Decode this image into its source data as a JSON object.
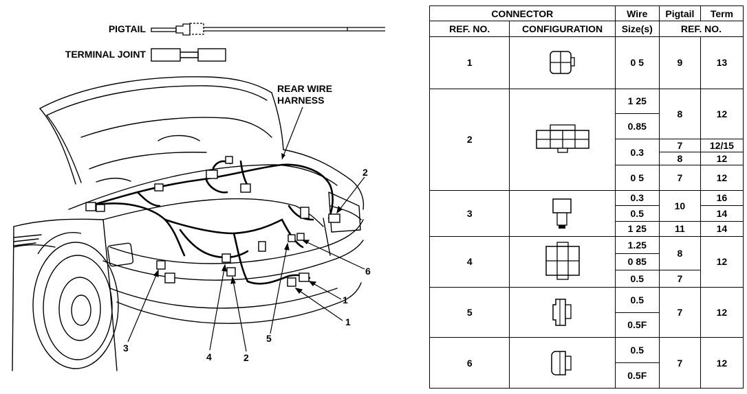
{
  "diagram": {
    "legend": {
      "pigtail_label": "PIGTAIL",
      "terminal_joint_label": "TERMINAL JOINT"
    },
    "harness_label": [
      "REAR WIRE",
      "HARNESS"
    ],
    "callouts": [
      "1",
      "1",
      "2",
      "2",
      "3",
      "4",
      "5",
      "6"
    ]
  },
  "table": {
    "header1": {
      "connector": "CONNECTOR",
      "wire": "Wire",
      "pigtail": "Pigtail",
      "term": "Term"
    },
    "header2": {
      "ref_no": "REF. NO.",
      "configuration": "CONFIGURATION",
      "wire_sizes": "Size(s)",
      "ref_no_2": "REF. NO."
    },
    "rows": [
      {
        "ref": "1",
        "wire": [
          "0 5"
        ],
        "pigtail": [
          "9"
        ],
        "term": [
          "13"
        ]
      },
      {
        "ref": "2",
        "wire": [
          "1 25",
          "0.85",
          "0.3",
          "0 5"
        ],
        "pigtail": [
          "8",
          "7",
          "8",
          "7"
        ],
        "term": [
          "12",
          "12/15",
          "12",
          "12"
        ]
      },
      {
        "ref": "3",
        "wire": [
          "0.3",
          "0.5",
          "1 25"
        ],
        "pigtail": [
          "10",
          "11"
        ],
        "term": [
          "16",
          "14",
          "14"
        ]
      },
      {
        "ref": "4",
        "wire": [
          "1.25",
          "0 85",
          "0.5"
        ],
        "pigtail": [
          "8",
          "7"
        ],
        "term": [
          "12"
        ]
      },
      {
        "ref": "5",
        "wire": [
          "0.5",
          "0.5F"
        ],
        "pigtail": [
          "7"
        ],
        "term": [
          "12"
        ]
      },
      {
        "ref": "6",
        "wire": [
          "0.5",
          "0.5F"
        ],
        "pigtail": [
          "7"
        ],
        "term": [
          "12"
        ]
      }
    ]
  }
}
